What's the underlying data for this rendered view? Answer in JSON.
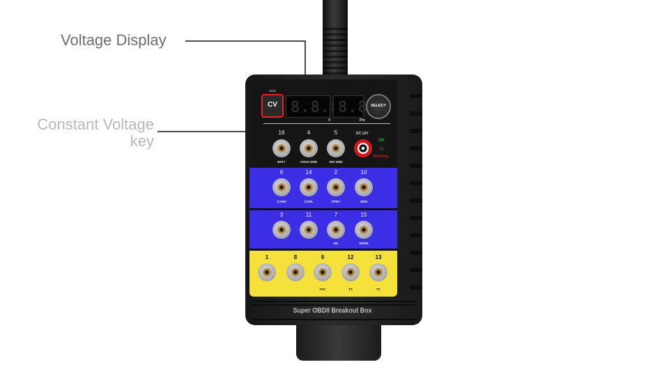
{
  "callouts": {
    "voltage_display": "Voltage Display",
    "constant_voltage_line1": "Constant Voltage",
    "constant_voltage_line2": "key"
  },
  "device": {
    "brand": "Super OBDII Breakout Box",
    "cv_key": "CV",
    "select_button": "SELECT",
    "display_left": "8.8.8",
    "display_right": "8.8",
    "unit_v": "V",
    "unit_pin": "Pin",
    "dc_label": "DC 12V",
    "ok_label": "OK",
    "warning_label": "Warning",
    "row1": [
      {
        "pin": "16",
        "name": "BAT+"
      },
      {
        "pin": "4",
        "name": "CHAS GND"
      },
      {
        "pin": "5",
        "name": "SIG GND"
      }
    ],
    "row2": [
      {
        "pin": "6",
        "name": "CANH"
      },
      {
        "pin": "14",
        "name": "CANL"
      },
      {
        "pin": "2",
        "name": "VPW+"
      },
      {
        "pin": "10",
        "name": "SDM"
      }
    ],
    "row3": [
      {
        "pin": "3",
        "name": ""
      },
      {
        "pin": "11",
        "name": ""
      },
      {
        "pin": "7",
        "name": "SIL"
      },
      {
        "pin": "15",
        "name": "WSPE"
      }
    ],
    "row4": [
      {
        "pin": "1",
        "name": ""
      },
      {
        "pin": "8",
        "name": ""
      },
      {
        "pin": "9",
        "name": "TAC"
      },
      {
        "pin": "12",
        "name": "TS"
      },
      {
        "pin": "13",
        "name": "TC"
      }
    ]
  },
  "colors": {
    "cv_highlight": "#e02323",
    "blue_band": "#3b2ee6",
    "yellow_band": "#f5e13a",
    "ok_text": "#2ee82e",
    "warning_text": "#e02323"
  }
}
